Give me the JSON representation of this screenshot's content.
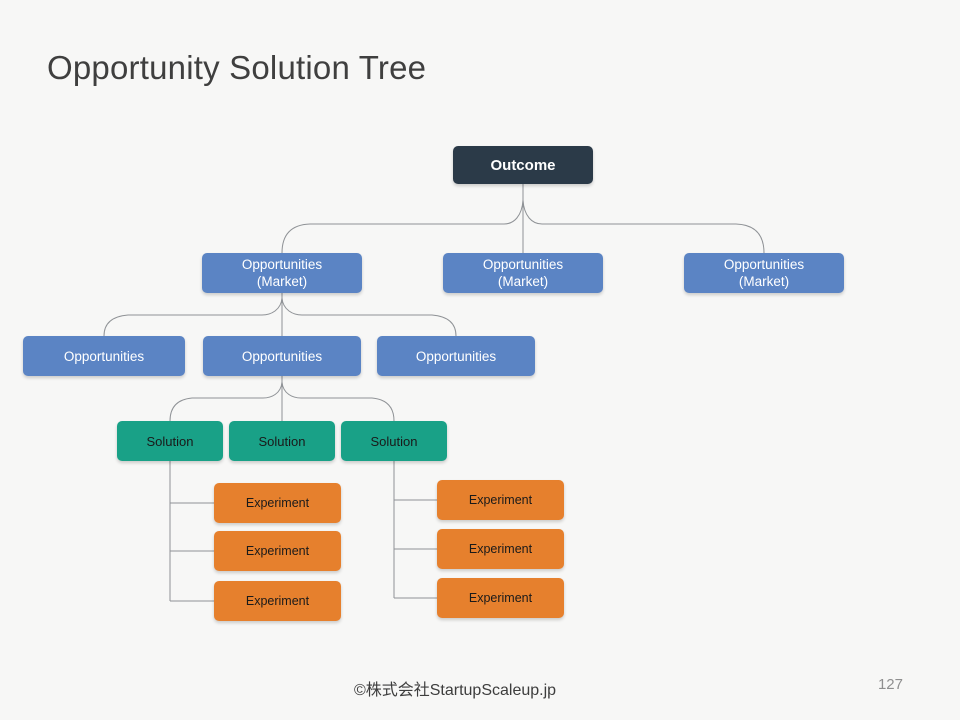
{
  "slide": {
    "title": "Opportunity Solution Tree",
    "footer": {
      "copyright": "©株式会社StartupScaleup.jp",
      "page_number": "127"
    }
  },
  "colors": {
    "background": "#f7f7f6",
    "outcome_box": "#2b3a48",
    "opportunity_box": "#5b84c4",
    "solution_box": "#19a187",
    "experiment_box": "#e6802d",
    "connector_line": "#8f9296",
    "dark_text": "#1a1a1a",
    "light_text": "#ffffff"
  },
  "tree": {
    "outcome": {
      "label": "Outcome"
    },
    "market_opportunities": [
      {
        "line1": "Opportunities",
        "line2": "(Market)"
      },
      {
        "line1": "Opportunities",
        "line2": "(Market)"
      },
      {
        "line1": "Opportunities",
        "line2": "(Market)"
      }
    ],
    "sub_opportunities": [
      {
        "label": "Opportunities"
      },
      {
        "label": "Opportunities"
      },
      {
        "label": "Opportunities"
      }
    ],
    "solutions": [
      {
        "label": "Solution"
      },
      {
        "label": "Solution"
      },
      {
        "label": "Solution"
      }
    ],
    "experiment_groups": [
      {
        "experiments": [
          {
            "label": "Experiment"
          },
          {
            "label": "Experiment"
          },
          {
            "label": "Experiment"
          }
        ]
      },
      {
        "experiments": [
          {
            "label": "Experiment"
          },
          {
            "label": "Experiment"
          },
          {
            "label": "Experiment"
          }
        ]
      }
    ]
  }
}
